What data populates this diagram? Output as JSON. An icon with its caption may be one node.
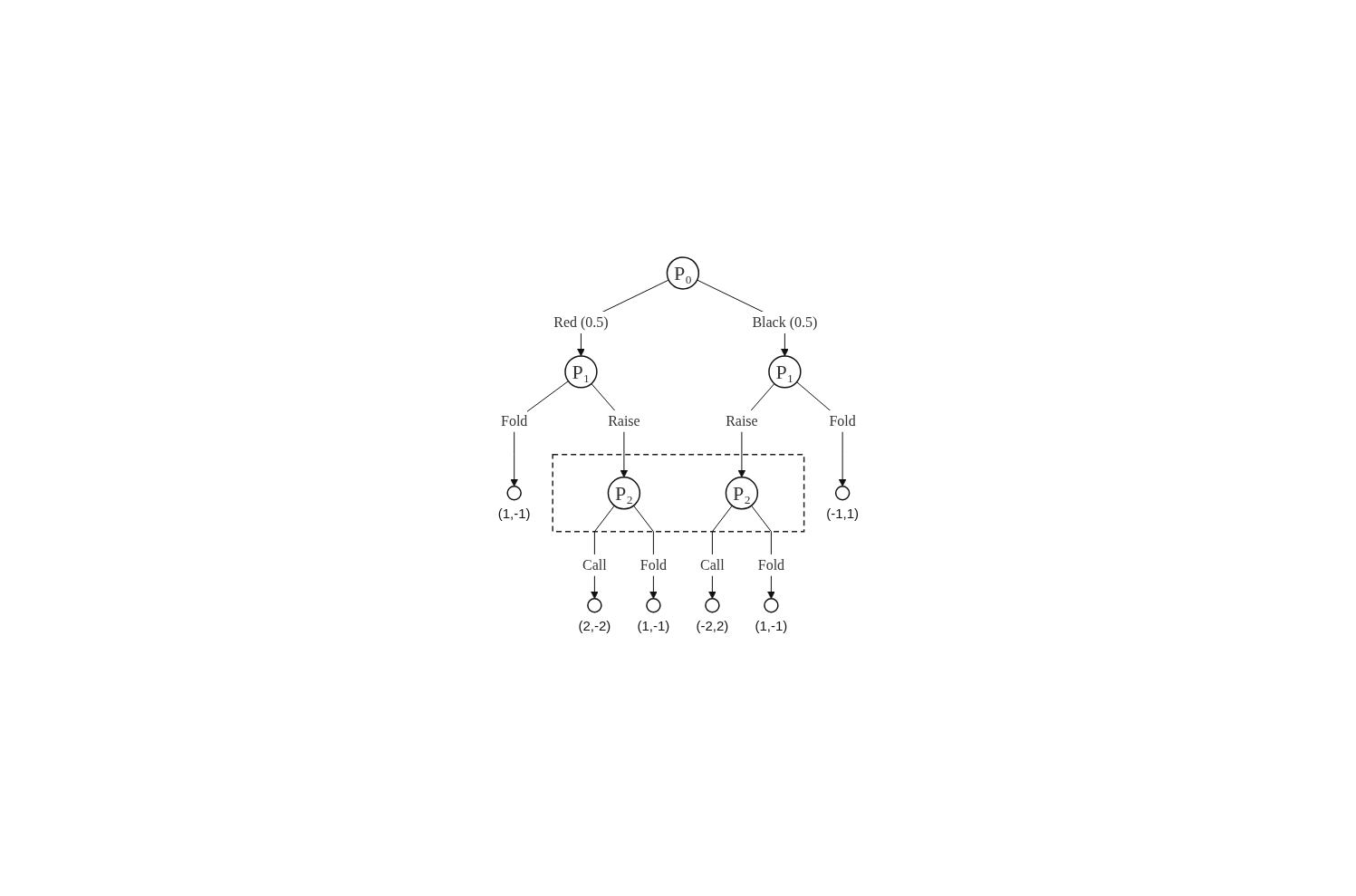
{
  "diagram": {
    "nodes": [
      {
        "text": [
          "P₀"
        ]
      },
      {
        "text": [
          "P₁"
        ]
      },
      {
        "text": [
          "P₁"
        ]
      },
      {
        "text": [],
        "shape": "box"
      },
      {
        "text": [
          "P₂"
        ],
        "in": 3
      },
      {
        "text": [
          "P₂"
        ],
        "in": 3
      },
      {
        "text": [],
        "shape": "circle",
        "beside": [
          "(1,-1)"
        ]
      },
      {
        "text": [],
        "shape": "circle",
        "beside": [
          "(2,-2)"
        ]
      },
      {
        "text": [],
        "shape": "circle",
        "beside": [
          "(1,-1)"
        ]
      },
      {
        "text": [],
        "shape": "circle",
        "beside": [
          "(-2,2)"
        ]
      },
      {
        "text": [],
        "shape": "circle",
        "beside": [
          "(1,-1)"
        ]
      },
      {
        "text": [],
        "shape": "circle",
        "beside": [
          "(-1,1)"
        ]
      }
    ],
    "edges": [
      {
        "from": 0,
        "to": 1,
        "arrow": "to",
        "label": "Red (0.5)"
      },
      {
        "from": 0,
        "to": 2,
        "arrow": "to",
        "label": "Black (0.5)"
      },
      {
        "from": 1,
        "to": 6,
        "arrow": "to",
        "label": "Fold"
      },
      {
        "from": 1,
        "to": 4,
        "arrow": "to",
        "label": "Raise"
      },
      {
        "from": 2,
        "to": 5,
        "arrow": "to",
        "label": "Raise"
      },
      {
        "from": 2,
        "to": 11,
        "arrow": "to",
        "label": "Fold"
      },
      {
        "from": 4,
        "to": 7,
        "arrow": "to",
        "label": "Call"
      },
      {
        "from": 4,
        "to": 8,
        "arrow": "to",
        "label": "Fold"
      },
      {
        "from": 5,
        "to": 9,
        "arrow": "to",
        "label": "Call"
      },
      {
        "from": 5,
        "to": 10,
        "arrow": "to",
        "label": "Fold"
      }
    ]
  }
}
